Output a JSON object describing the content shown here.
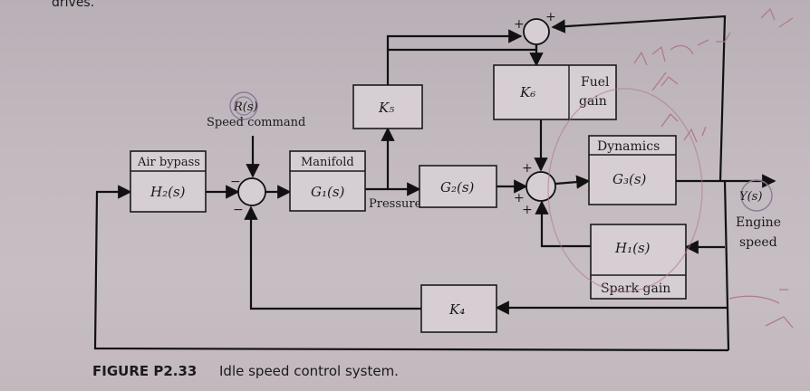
{
  "top_text": "drives.",
  "reference": {
    "symbol": "R(s)",
    "label": "Speed command"
  },
  "output": {
    "symbol": "Y(s)",
    "label_line1": "Engine",
    "label_line2": "speed"
  },
  "blocks": {
    "air_bypass": {
      "title": "Air bypass",
      "tf": "H₂(s)"
    },
    "manifold": {
      "title": "Manifold",
      "tf": "G₁(s)"
    },
    "k5": {
      "tf": "K₅"
    },
    "g2": {
      "tf": "G₂(s)"
    },
    "k6": {
      "tf": "K₆",
      "side_line1": "Fuel",
      "side_line2": "gain"
    },
    "dynamics": {
      "title": "Dynamics",
      "tf": "G₃(s)"
    },
    "h1": {
      "tf": "H₁(s)",
      "subtitle": "Spark gain"
    },
    "k4": {
      "tf": "K₄"
    }
  },
  "signal_labels": {
    "pressure": "Pressure"
  },
  "signs": {
    "plus": "+",
    "minus": "−"
  },
  "caption": {
    "figure": "FIGURE P2.33",
    "text": "Idle speed control system."
  },
  "colors": {
    "paper": "#c3bac0",
    "ink": "#111111",
    "pen": "#b07a8a"
  }
}
